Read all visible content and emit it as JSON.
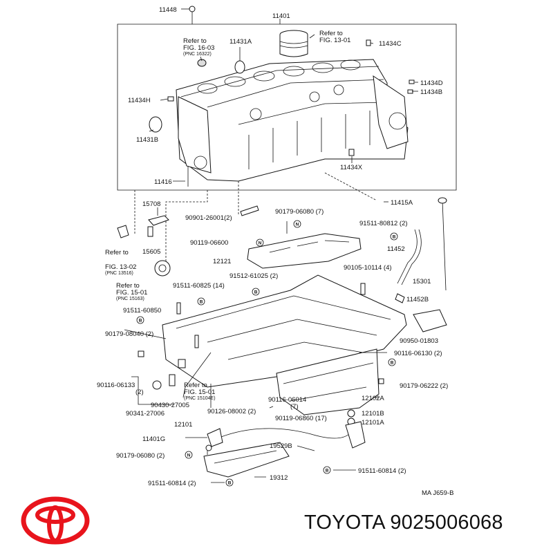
{
  "labels": {
    "p11448": "11448",
    "p11401": "11401",
    "ref1603a": "Refer to",
    "ref1603b": "FIG. 16-03",
    "ref1603c": "(PNC 16322)",
    "p11431a": "11431A",
    "ref1301a": "Refer to",
    "ref1301b": "FIG. 13-01",
    "p11434c": "11434C",
    "p11434d": "11434D",
    "p11434b": "11434B",
    "p11434h": "11434H",
    "p11431b": "11431B",
    "p11434x": "11434X",
    "p11416": "11416",
    "p15708": "15708",
    "p90901": "90901-26001(2)",
    "p90179_06080_7": "90179-06080 (7)",
    "p11415a": "11415A",
    "p91511_80812": "91511-80812 (2)",
    "p90119_06600": "90119-06600",
    "p15605": "15605",
    "p11452": "11452",
    "ref1302a": "Refer to",
    "ref1302b": "FIG. 13-02",
    "ref1302c": "(PNC 13516)",
    "p12121": "12121",
    "p90105": "90105-10114 (4)",
    "ref1501a": "Refer to",
    "ref1501b": "FIG. 15-01",
    "ref1501c": "(PNC 15163)",
    "p91512": "91512-61025 (2)",
    "p15301": "15301",
    "p91511_60825": "91511-60825 (14)",
    "p11452b": "11452B",
    "p91511_60850": "91511-60850",
    "p90179_08040": "90179-08040 (2)",
    "p90950": "90950-01803",
    "p90116_06130": "90116-06130 (2)",
    "p90116_06133": "90116-06133",
    "p90116_06133_q": "(2)",
    "ref1501d": "Refer to",
    "ref1501e": "FIG. 15-01",
    "ref1501f": "(PNC 15104E)",
    "p90179_06222": "90179-06222 (2)",
    "p90430": "90430-27005",
    "p90116_06014": "90116-06014",
    "p90116_06014_q": "(7)",
    "p12102a": "12102A",
    "p90341": "90341-27006",
    "p90126": "90126-08002 (2)",
    "p12101b": "12101B",
    "p12101": "12101",
    "p90119_06860": "90119-06860 (17)",
    "p12101a": "12101A",
    "p11401g": "11401G",
    "p19529b": "19529B",
    "p90179_06080_2": "90179-06080 (2)",
    "p91511_60814a": "91511-60814 (2)",
    "p91511_60814b": "91511-60814 (2)",
    "p19312": "19312",
    "code": "MA  J659-B"
  },
  "marks": {
    "n": "N",
    "b": "B"
  },
  "footer": {
    "brand": "TOYOTA",
    "part_number": "9025006068"
  },
  "colors": {
    "logo": "#e8141c",
    "ink": "#111111"
  }
}
